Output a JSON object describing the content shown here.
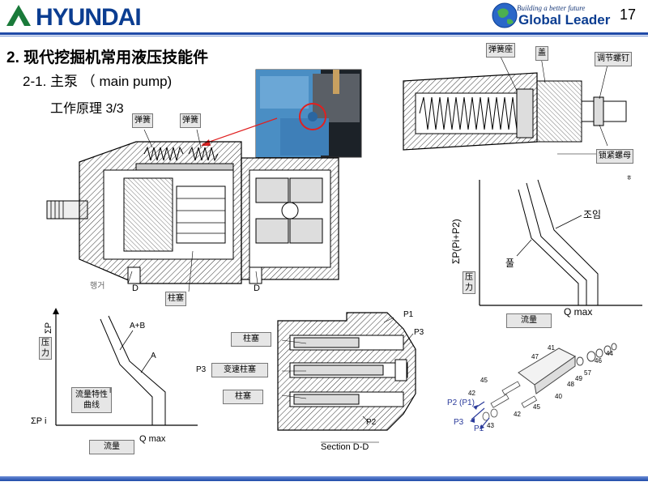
{
  "header": {
    "brand": "HYUNDAI",
    "tagline": "Building a better future",
    "slogan": "Global Leader",
    "page_number": "17"
  },
  "slide": {
    "title": "2. 现代挖掘机常用液压技能件",
    "subtitle": "2-1. 主泵 （ main pump)",
    "principle": "工作原理 3/3"
  },
  "pump_section": {
    "spring_left": "弹簧",
    "spring_right": "弹簧",
    "hanger": "행거",
    "d_left": "D",
    "d_right": "D",
    "plunger": "柱塞"
  },
  "regulator_detail": {
    "spring_seat": "弹簧座",
    "cover": "盖",
    "adjust_screw": "调节螺钉",
    "lock_nut": "锁紧螺母",
    "mark": "ㅎ"
  },
  "pq_chart_right": {
    "y_axis": "ΣP(Pi+P2)",
    "y_label": "压力",
    "x_label": "流量",
    "x_end": "Q max",
    "curve_outer": "조임",
    "curve_inner": "풀"
  },
  "pq_chart_left": {
    "y_axis": "ΣP",
    "y_label": "压力",
    "x_label": "流量",
    "x_end": "Q max",
    "y_bottom": "ΣP i",
    "curve_ab": "A+B",
    "curve_a": "A",
    "curve_name": "流量特性曲线",
    "mark_i": "I"
  },
  "section_dd": {
    "plunger_top": "柱塞",
    "variable_plunger": "变速柱塞",
    "plunger_bottom": "柱塞",
    "p1": "P1",
    "p2": "P2",
    "p3_right": "P3",
    "p3_left": "P3",
    "caption": "Section  D-D"
  },
  "exploded_view": {
    "parts": [
      "41",
      "47",
      "46",
      "44",
      "57",
      "49",
      "48",
      "45",
      "42",
      "40",
      "45",
      "42",
      "43"
    ],
    "p2p1": "P2 (P1)",
    "p3": "P3",
    "p1": "P1"
  }
}
